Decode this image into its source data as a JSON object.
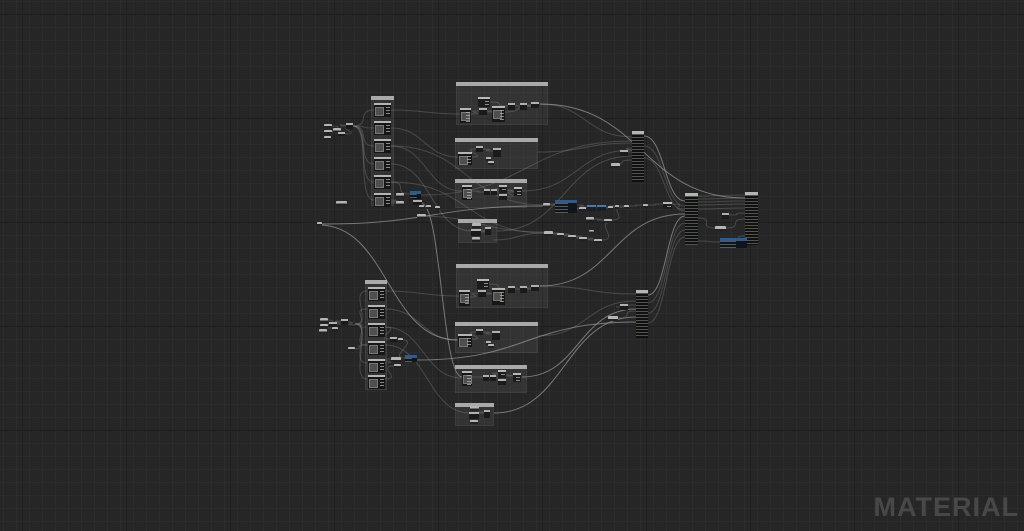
{
  "editor": {
    "watermark": "MATERIAL",
    "colors": {
      "background": "#262626",
      "grid_minor": "#2c2c2c",
      "grid_major": "#1e1e1e",
      "comment_header": "#a9a9a9",
      "node_title": "#b8b8b8",
      "node_body": "#161616",
      "selected_blue": "#2e5b8c",
      "wire": "#9a9a9a",
      "watermark": "#484848"
    }
  },
  "graph": {
    "comments": [
      [
        371,
        96,
        23,
        110
      ],
      [
        456,
        82,
        92,
        43
      ],
      [
        455,
        138,
        83,
        31
      ],
      [
        455,
        179,
        72,
        29
      ],
      [
        458,
        219,
        39,
        24
      ],
      [
        365,
        280,
        22,
        110
      ],
      [
        456,
        264,
        92,
        44
      ],
      [
        455,
        322,
        83,
        31
      ],
      [
        455,
        365,
        72,
        28
      ],
      [
        455,
        403,
        39,
        23
      ]
    ],
    "nodes": [
      [
        324,
        124,
        8,
        4,
        "chip"
      ],
      [
        324,
        130,
        8,
        4,
        "chip"
      ],
      [
        324,
        136,
        7,
        4,
        "chip"
      ],
      [
        333,
        128,
        8,
        5,
        "chip"
      ],
      [
        338,
        132,
        7,
        4,
        "small"
      ],
      [
        346,
        123,
        7,
        6,
        "small"
      ],
      [
        374,
        103,
        17,
        14,
        "tex"
      ],
      [
        374,
        121,
        17,
        14,
        "tex"
      ],
      [
        374,
        139,
        17,
        14,
        "tex"
      ],
      [
        374,
        157,
        17,
        14,
        "tex"
      ],
      [
        374,
        175,
        17,
        14,
        "tex"
      ],
      [
        374,
        193,
        17,
        14,
        "tex"
      ],
      [
        336,
        201,
        11,
        5,
        "chip"
      ],
      [
        317,
        222,
        5,
        4,
        "chip"
      ],
      [
        396,
        193,
        8,
        5,
        "chip"
      ],
      [
        396,
        201,
        8,
        5,
        "chip"
      ],
      [
        410,
        191,
        11,
        8,
        "bluebig"
      ],
      [
        413,
        200,
        9,
        5,
        "small"
      ],
      [
        419,
        205,
        5,
        4,
        "chip"
      ],
      [
        426,
        205,
        5,
        4,
        "chip"
      ],
      [
        435,
        206,
        5,
        4,
        "chip"
      ],
      [
        417,
        214,
        9,
        5,
        "chip"
      ],
      [
        478,
        97,
        12,
        10,
        "node"
      ],
      [
        460,
        108,
        11,
        15,
        "tex"
      ],
      [
        479,
        108,
        8,
        7,
        "small"
      ],
      [
        492,
        106,
        13,
        16,
        "tex"
      ],
      [
        508,
        103,
        7,
        7,
        "small"
      ],
      [
        520,
        103,
        7,
        7,
        "small"
      ],
      [
        531,
        102,
        8,
        6,
        "small"
      ],
      [
        458,
        152,
        14,
        13,
        "tex"
      ],
      [
        476,
        146,
        7,
        6,
        "small"
      ],
      [
        493,
        148,
        8,
        9,
        "small"
      ],
      [
        486,
        157,
        5,
        4,
        "chip"
      ],
      [
        488,
        161,
        6,
        4,
        "chip"
      ],
      [
        462,
        185,
        10,
        15,
        "tex"
      ],
      [
        484,
        189,
        6,
        6,
        "small"
      ],
      [
        491,
        189,
        6,
        6,
        "small"
      ],
      [
        499,
        185,
        8,
        8,
        "node"
      ],
      [
        499,
        194,
        8,
        6,
        "small"
      ],
      [
        514,
        187,
        8,
        9,
        "node"
      ],
      [
        472,
        223,
        9,
        5,
        "chip"
      ],
      [
        471,
        229,
        10,
        7,
        "small"
      ],
      [
        472,
        237,
        8,
        5,
        "chip"
      ],
      [
        485,
        227,
        6,
        8,
        "small"
      ],
      [
        543,
        203,
        7,
        5,
        "chip"
      ],
      [
        555,
        200,
        22,
        13,
        "bluebig"
      ],
      [
        579,
        207,
        7,
        4,
        "chip"
      ],
      [
        587,
        205,
        9,
        6,
        "blue"
      ],
      [
        597,
        205,
        9,
        6,
        "blue"
      ],
      [
        608,
        206,
        5,
        4,
        "chip"
      ],
      [
        615,
        205,
        4,
        4,
        "chip"
      ],
      [
        624,
        205,
        5,
        4,
        "chip"
      ],
      [
        643,
        204,
        5,
        4,
        "chip"
      ],
      [
        663,
        202,
        9,
        7,
        "node"
      ],
      [
        586,
        217,
        8,
        5,
        "chip"
      ],
      [
        604,
        219,
        8,
        4,
        "chip"
      ],
      [
        544,
        231,
        9,
        5,
        "chip"
      ],
      [
        557,
        233,
        7,
        4,
        "chip"
      ],
      [
        568,
        235,
        8,
        4,
        "chip"
      ],
      [
        579,
        237,
        8,
        4,
        "chip"
      ],
      [
        589,
        230,
        5,
        3,
        "chip"
      ],
      [
        594,
        239,
        8,
        4,
        "chip"
      ],
      [
        632,
        131,
        12,
        51,
        "tall"
      ],
      [
        620,
        150,
        8,
        6,
        "small"
      ],
      [
        611,
        163,
        9,
        5,
        "chip"
      ],
      [
        685,
        193,
        13,
        52,
        "tall"
      ],
      [
        745,
        192,
        13,
        53,
        "tall"
      ],
      [
        722,
        213,
        7,
        6,
        "small"
      ],
      [
        715,
        226,
        11,
        5,
        "chip"
      ],
      [
        720,
        238,
        27,
        10,
        "bluebig"
      ],
      [
        320,
        318,
        8,
        5,
        "chip"
      ],
      [
        320,
        324,
        8,
        4,
        "chip"
      ],
      [
        319,
        329,
        8,
        5,
        "chip"
      ],
      [
        329,
        322,
        8,
        5,
        "small"
      ],
      [
        332,
        327,
        6,
        4,
        "chip"
      ],
      [
        341,
        319,
        7,
        6,
        "small"
      ],
      [
        348,
        347,
        7,
        4,
        "chip"
      ],
      [
        368,
        287,
        17,
        14,
        "tex"
      ],
      [
        368,
        305,
        17,
        14,
        "tex"
      ],
      [
        368,
        323,
        17,
        14,
        "tex"
      ],
      [
        368,
        341,
        17,
        14,
        "tex"
      ],
      [
        368,
        359,
        17,
        14,
        "tex"
      ],
      [
        368,
        375,
        17,
        14,
        "tex"
      ],
      [
        390,
        337,
        7,
        5,
        "small"
      ],
      [
        398,
        338,
        5,
        4,
        "chip"
      ],
      [
        391,
        357,
        10,
        5,
        "chip"
      ],
      [
        405,
        355,
        12,
        7,
        "bluebig"
      ],
      [
        394,
        364,
        7,
        4,
        "chip"
      ],
      [
        477,
        279,
        12,
        10,
        "node"
      ],
      [
        459,
        290,
        11,
        16,
        "tex"
      ],
      [
        478,
        290,
        8,
        7,
        "small"
      ],
      [
        492,
        288,
        13,
        17,
        "tex"
      ],
      [
        508,
        286,
        7,
        7,
        "small"
      ],
      [
        520,
        286,
        7,
        7,
        "small"
      ],
      [
        531,
        285,
        8,
        6,
        "small"
      ],
      [
        458,
        334,
        14,
        13,
        "tex"
      ],
      [
        476,
        329,
        7,
        6,
        "small"
      ],
      [
        492,
        331,
        8,
        9,
        "small"
      ],
      [
        486,
        341,
        5,
        4,
        "chip"
      ],
      [
        488,
        344,
        6,
        4,
        "chip"
      ],
      [
        462,
        371,
        10,
        15,
        "tex"
      ],
      [
        483,
        375,
        6,
        6,
        "small"
      ],
      [
        490,
        375,
        6,
        6,
        "small"
      ],
      [
        498,
        370,
        8,
        8,
        "node"
      ],
      [
        498,
        379,
        8,
        6,
        "small"
      ],
      [
        513,
        373,
        8,
        9,
        "node"
      ],
      [
        470,
        406,
        9,
        5,
        "chip"
      ],
      [
        469,
        412,
        10,
        7,
        "small"
      ],
      [
        470,
        420,
        8,
        4,
        "chip"
      ],
      [
        484,
        410,
        6,
        8,
        "small"
      ],
      [
        636,
        290,
        12,
        48,
        "tall"
      ],
      [
        620,
        304,
        8,
        6,
        "small"
      ],
      [
        608,
        316,
        10,
        5,
        "chip"
      ]
    ],
    "wires": [
      [
        353,
        126,
        374,
        110,
        0
      ],
      [
        353,
        126,
        374,
        128,
        0
      ],
      [
        353,
        126,
        374,
        146,
        0
      ],
      [
        353,
        126,
        374,
        164,
        0
      ],
      [
        353,
        126,
        374,
        182,
        0
      ],
      [
        353,
        126,
        374,
        200,
        0
      ],
      [
        332,
        126,
        338,
        133,
        0
      ],
      [
        340,
        125,
        346,
        126,
        0
      ],
      [
        345,
        134,
        352,
        127,
        0
      ],
      [
        391,
        110,
        460,
        114,
        0
      ],
      [
        391,
        128,
        458,
        157,
        0
      ],
      [
        391,
        146,
        462,
        191,
        0
      ],
      [
        391,
        164,
        472,
        231,
        0
      ],
      [
        391,
        182,
        410,
        194,
        0
      ],
      [
        391,
        200,
        396,
        203,
        0
      ],
      [
        391,
        146,
        543,
        205,
        0
      ],
      [
        391,
        182,
        544,
        233,
        0
      ],
      [
        471,
        114,
        479,
        111,
        0
      ],
      [
        487,
        111,
        492,
        112,
        0
      ],
      [
        490,
        102,
        508,
        106,
        0
      ],
      [
        515,
        106,
        520,
        106,
        0
      ],
      [
        527,
        106,
        531,
        105,
        0
      ],
      [
        505,
        112,
        531,
        106,
        0
      ],
      [
        540,
        104,
        632,
        137,
        0
      ],
      [
        540,
        104,
        745,
        198,
        1
      ],
      [
        472,
        157,
        476,
        149,
        0
      ],
      [
        483,
        149,
        493,
        151,
        0
      ],
      [
        538,
        152,
        632,
        143,
        0
      ],
      [
        472,
        191,
        484,
        192,
        0
      ],
      [
        497,
        192,
        499,
        189,
        0
      ],
      [
        507,
        190,
        514,
        191,
        0
      ],
      [
        507,
        197,
        514,
        192,
        0
      ],
      [
        522,
        191,
        632,
        150,
        0
      ],
      [
        481,
        232,
        485,
        230,
        0
      ],
      [
        497,
        231,
        632,
        156,
        0
      ],
      [
        493,
        240,
        544,
        233,
        0
      ],
      [
        550,
        205,
        555,
        204,
        0
      ],
      [
        577,
        205,
        587,
        207,
        0
      ],
      [
        577,
        209,
        579,
        208,
        0
      ],
      [
        596,
        207,
        597,
        207,
        0
      ],
      [
        606,
        208,
        608,
        207,
        0
      ],
      [
        613,
        207,
        615,
        206,
        0
      ],
      [
        619,
        206,
        624,
        206,
        0
      ],
      [
        629,
        206,
        643,
        205,
        0
      ],
      [
        648,
        205,
        663,
        204,
        0
      ],
      [
        672,
        204,
        685,
        209,
        0
      ],
      [
        594,
        219,
        604,
        220,
        0
      ],
      [
        612,
        220,
        624,
        207,
        0
      ],
      [
        553,
        233,
        557,
        234,
        0
      ],
      [
        564,
        234,
        568,
        236,
        0
      ],
      [
        576,
        236,
        579,
        238,
        0
      ],
      [
        587,
        238,
        594,
        240,
        0
      ],
      [
        602,
        240,
        612,
        222,
        0
      ],
      [
        612,
        165,
        632,
        160,
        0
      ],
      [
        628,
        152,
        632,
        148,
        0
      ],
      [
        644,
        136,
        685,
        201,
        1
      ],
      [
        644,
        146,
        685,
        206,
        0
      ],
      [
        644,
        158,
        685,
        211,
        0
      ],
      [
        698,
        196,
        745,
        195,
        0
      ],
      [
        698,
        199,
        745,
        198,
        0
      ],
      [
        698,
        202,
        745,
        201,
        0
      ],
      [
        698,
        205,
        745,
        204,
        0
      ],
      [
        698,
        209,
        745,
        208,
        0
      ],
      [
        729,
        215,
        745,
        213,
        0
      ],
      [
        726,
        228,
        745,
        219,
        0
      ],
      [
        698,
        218,
        715,
        228,
        0
      ],
      [
        737,
        242,
        745,
        236,
        0
      ],
      [
        698,
        241,
        720,
        242,
        0
      ],
      [
        355,
        324,
        367,
        291,
        0
      ],
      [
        355,
        324,
        367,
        309,
        0
      ],
      [
        355,
        324,
        367,
        327,
        0
      ],
      [
        355,
        324,
        367,
        345,
        0
      ],
      [
        355,
        324,
        367,
        363,
        0
      ],
      [
        355,
        324,
        367,
        379,
        0
      ],
      [
        327,
        320,
        332,
        328,
        0
      ],
      [
        336,
        324,
        341,
        321,
        0
      ],
      [
        346,
        322,
        355,
        325,
        0
      ],
      [
        351,
        349,
        367,
        345,
        0
      ],
      [
        385,
        291,
        459,
        296,
        0
      ],
      [
        385,
        309,
        458,
        340,
        0
      ],
      [
        385,
        327,
        462,
        378,
        0
      ],
      [
        385,
        345,
        470,
        413,
        0
      ],
      [
        385,
        363,
        391,
        359,
        0
      ],
      [
        385,
        379,
        394,
        366,
        0
      ],
      [
        385,
        327,
        390,
        339,
        0
      ],
      [
        402,
        340,
        405,
        358,
        0
      ],
      [
        470,
        297,
        478,
        293,
        0
      ],
      [
        487,
        293,
        492,
        294,
        0
      ],
      [
        489,
        284,
        508,
        289,
        0
      ],
      [
        515,
        289,
        520,
        289,
        0
      ],
      [
        527,
        289,
        531,
        288,
        0
      ],
      [
        540,
        286,
        636,
        294,
        0
      ],
      [
        540,
        286,
        685,
        214,
        1
      ],
      [
        472,
        339,
        476,
        332,
        0
      ],
      [
        483,
        332,
        492,
        334,
        0
      ],
      [
        538,
        336,
        636,
        301,
        0
      ],
      [
        472,
        377,
        483,
        377,
        0
      ],
      [
        496,
        377,
        498,
        373,
        0
      ],
      [
        506,
        375,
        513,
        376,
        0
      ],
      [
        522,
        377,
        636,
        309,
        1
      ],
      [
        479,
        413,
        484,
        412,
        0
      ],
      [
        494,
        413,
        636,
        317,
        1
      ],
      [
        616,
        307,
        636,
        305,
        0
      ],
      [
        618,
        318,
        636,
        311,
        0
      ],
      [
        648,
        295,
        685,
        216,
        1
      ],
      [
        648,
        303,
        685,
        223,
        0
      ],
      [
        648,
        313,
        685,
        230,
        0
      ],
      [
        648,
        323,
        685,
        237,
        0
      ],
      [
        322,
        224,
        543,
        206,
        1
      ],
      [
        319,
        225,
        457,
        340,
        1
      ],
      [
        421,
        203,
        462,
        377,
        1
      ],
      [
        417,
        360,
        636,
        322,
        1
      ],
      [
        421,
        195,
        632,
        141,
        0
      ],
      [
        417,
        216,
        544,
        232,
        0
      ]
    ]
  }
}
